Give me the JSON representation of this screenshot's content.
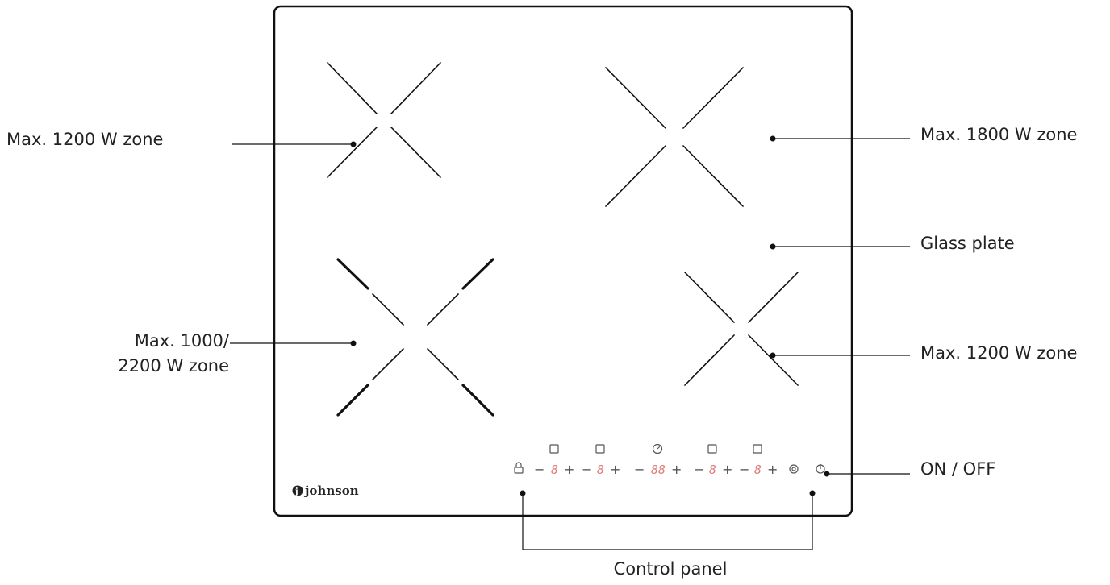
{
  "labels": {
    "zone_top_left": "Max. 1200 W zone",
    "zone_top_right": "Max. 1800 W zone",
    "glass_plate": "Glass plate",
    "zone_bottom_left_line1": "Max. 1000/",
    "zone_bottom_left_line2": "2200 W zone",
    "zone_bottom_right": "Max. 1200 W zone",
    "on_off": "ON / OFF",
    "control_panel": "Control panel"
  },
  "brand": "johnson",
  "control_panel": {
    "minus": "−",
    "plus": "+",
    "digit_single": "8",
    "digit_timer": "88",
    "lock_icon": "lock-icon",
    "boost_icon": "boost-icon",
    "power_icon": "power-icon",
    "timer_icon": "timer-icon"
  },
  "colors": {
    "line": "#111111",
    "display_digits": "#e07a7a"
  }
}
